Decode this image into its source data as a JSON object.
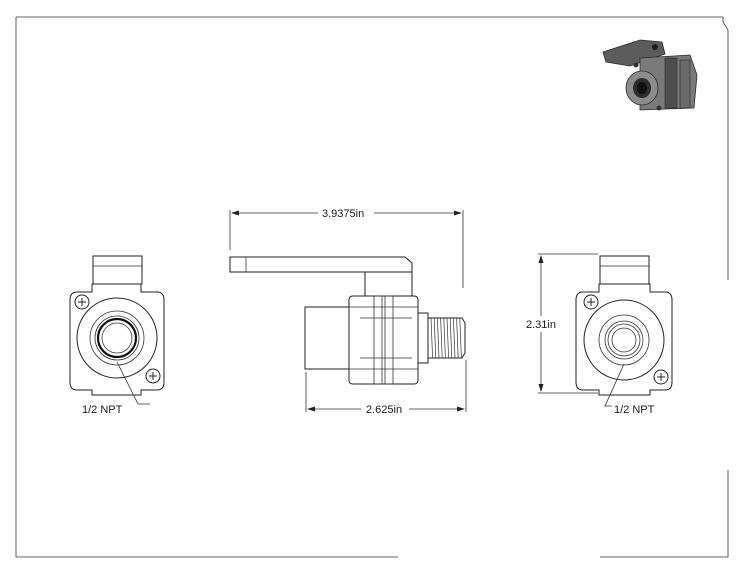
{
  "drawing": {
    "dimensions": {
      "overall_length": "3.9375in",
      "body_length": "2.625in",
      "height": "2.31in"
    },
    "callouts": {
      "left_port": "1/2 NPT",
      "right_port": "1/2 NPT"
    },
    "preview": {
      "icon": "valve-3d-render"
    }
  }
}
